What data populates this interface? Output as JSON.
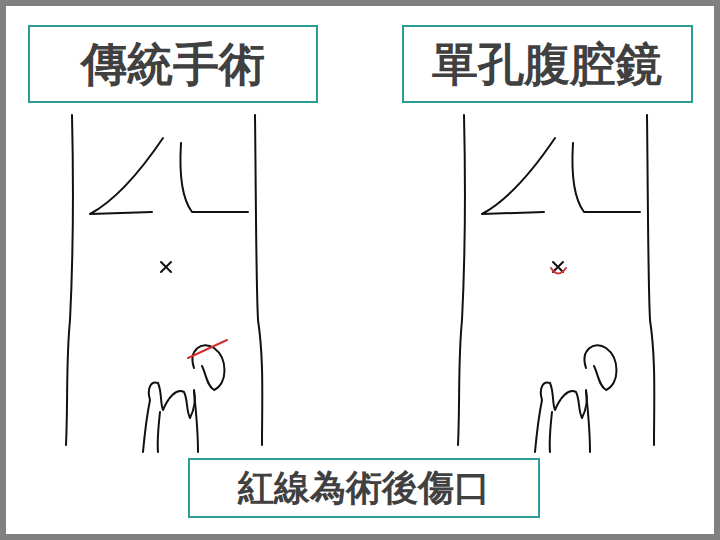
{
  "diagram": {
    "nodes": [
      {
        "text": [
          "傳統手術"
        ]
      },
      {
        "text": [
          "單孔腹腔鏡"
        ]
      },
      {
        "text": [
          "紅線為術後傷口"
        ]
      }
    ]
  }
}
